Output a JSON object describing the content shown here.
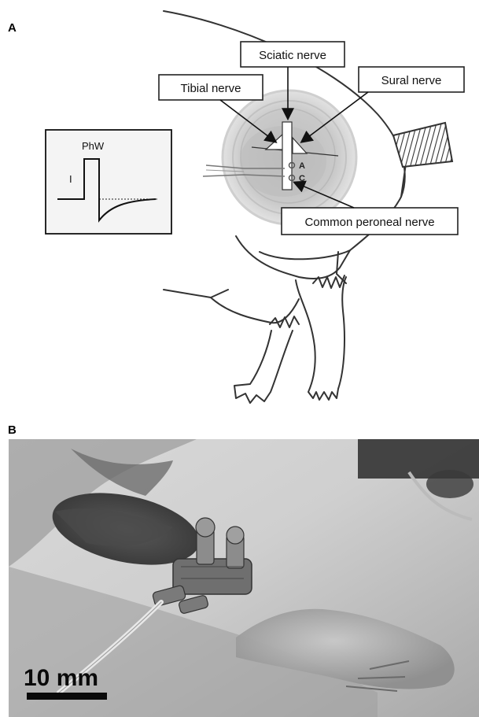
{
  "panels": {
    "a_letter": "A",
    "b_letter": "B"
  },
  "labels": {
    "sciatic": "Sciatic nerve",
    "tibial": "Tibial nerve",
    "sural": "Sural nerve",
    "common_peroneal": "Common peroneal nerve"
  },
  "electrodes": {
    "anode": "A",
    "cathode": "C"
  },
  "pulse_inset": {
    "phase_width_label": "PhW",
    "current_label": "I"
  },
  "scale_bar": {
    "label": "10 mm"
  },
  "icons": {
    "photo": "photograph-icon",
    "pulse": "biphasic-pulse-icon"
  }
}
